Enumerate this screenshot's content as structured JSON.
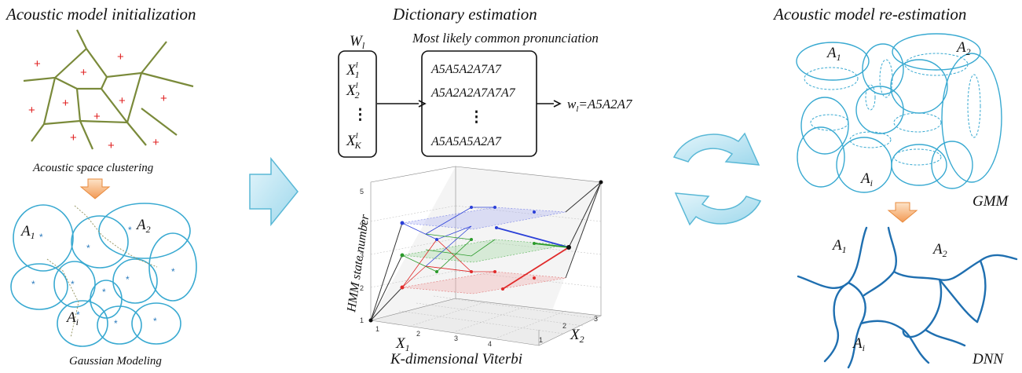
{
  "sections": {
    "init_title": "Acoustic model initialization",
    "dict_title": "Dictionary estimation",
    "reest_title": "Acoustic model re-estimation"
  },
  "left": {
    "clustering_label": "Acoustic space clustering",
    "gaussian_label": "Gaussian Modeling",
    "a1": "A",
    "a1_sub": "1",
    "a2": "A",
    "a2_sub": "2",
    "ai": "A",
    "ai_sub": "i"
  },
  "middle": {
    "w_label": "W",
    "w_sub": "l",
    "common_label": "Most likely common pronunciation",
    "x_items": [
      {
        "main": "X",
        "sup": "l",
        "sub": "1"
      },
      {
        "main": "X",
        "sup": "l",
        "sub": "2"
      },
      {
        "main": "X",
        "sup": "l",
        "sub": "K"
      }
    ],
    "x_dots": "⋮",
    "pron_items": [
      "A5A5A2A7A7",
      "A5A2A2A7A7A7",
      "A5A5A5A2A7"
    ],
    "pron_dots": "⋮",
    "result_lhs": "w",
    "result_lhs_sub": "l",
    "result_rhs": "=A5A2A7",
    "viterbi_label": "K-dimensional Viterbi",
    "yaxis_label": "HMM state number",
    "x1_label": "X",
    "x1_sub": "1",
    "x2_label": "X",
    "x2_sub": "2",
    "z_ticks": [
      "1",
      "2",
      "3",
      "4",
      "5"
    ],
    "x1_ticks": [
      "1",
      "2",
      "3",
      "4"
    ],
    "x2_ticks": [
      "1",
      "2",
      "3"
    ]
  },
  "right": {
    "a1": "A",
    "a1_sub": "1",
    "a2": "A",
    "a2_sub": "2",
    "ai": "A",
    "ai_sub": "i",
    "gmm_label": "GMM",
    "dnn_label": "DNN"
  },
  "colors": {
    "voronoi": "#7a8a3a",
    "plus": "#e02020",
    "ellipse": "#38a9d1",
    "dnn": "#1f6fb0",
    "arrow_fill": "#bfe6f2",
    "arrow_stroke": "#5ab8d6",
    "orange_arrow": "#f5a560",
    "blue_path": "#2a3fd8",
    "green_path": "#2a9a2a",
    "red_path": "#e02a2a"
  }
}
